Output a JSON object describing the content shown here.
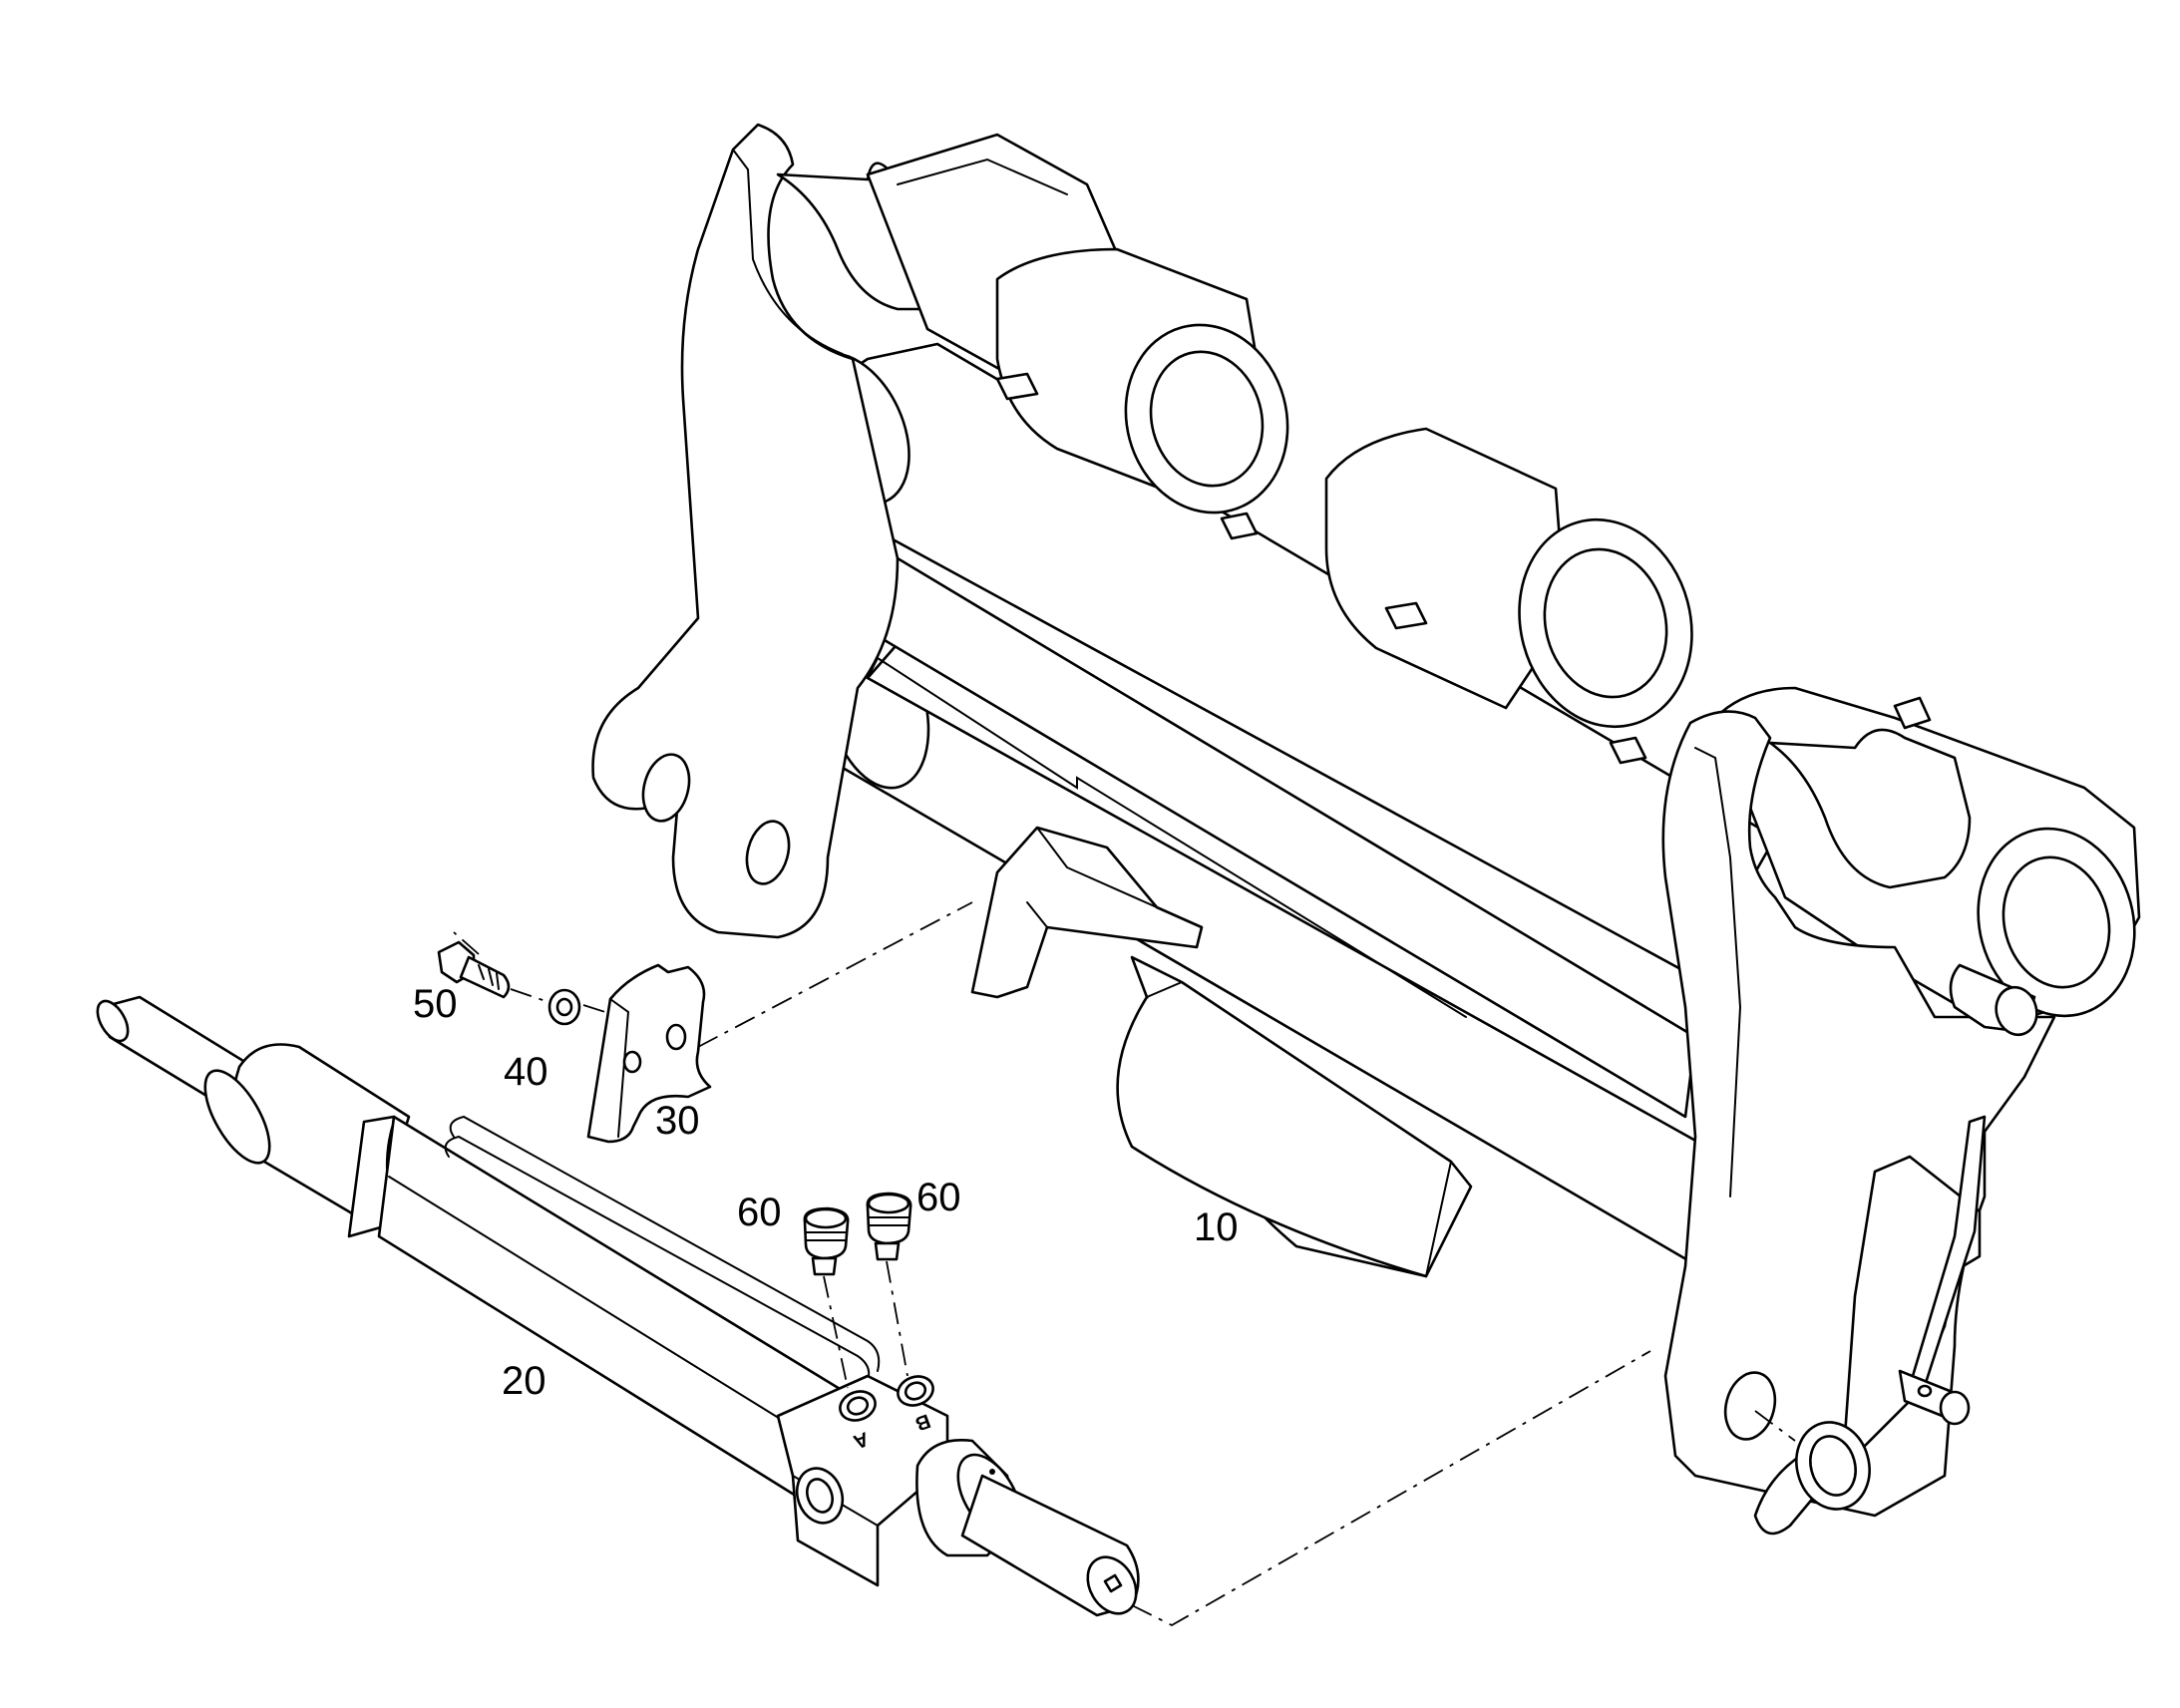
{
  "callouts": {
    "frame": "10",
    "cylinder": "20",
    "bracket": "30",
    "washer": "40",
    "bolt": "50",
    "fitting_left": "60",
    "fitting_right": "60"
  },
  "ports": {
    "a": "A",
    "b": "B"
  },
  "colors": {
    "line": "#000000",
    "background": "#ffffff"
  }
}
